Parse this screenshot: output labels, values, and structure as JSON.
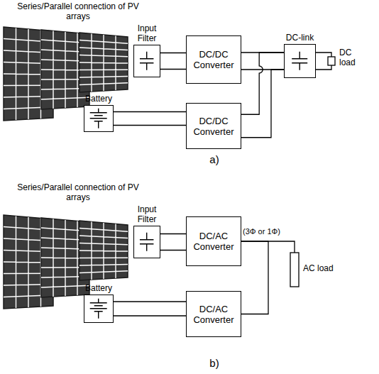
{
  "diagram": {
    "nodes": [
      {
        "text": [
          "Input Filter"
        ]
      },
      {
        "text": [
          "DC/DC Converter"
        ]
      },
      {
        "text": [
          "DC-link"
        ]
      },
      {
        "text": [
          "Battery"
        ]
      },
      {
        "text": [
          "DC/DC Converter"
        ]
      },
      {
        "text": [
          "Input Filter"
        ]
      },
      {
        "text": [
          "DC/AC Converter"
        ]
      },
      {
        "text": [
          "Battery"
        ]
      },
      {
        "text": [
          "DC/AC Converter"
        ]
      }
    ],
    "edges": [
      {
        "from": 0,
        "to": 1,
        "arrow": "none"
      },
      {
        "from": 1,
        "to": 2,
        "arrow": "none"
      },
      {
        "from": 3,
        "to": 4,
        "arrow": "none"
      },
      {
        "from": 4,
        "to": 2,
        "arrow": "none"
      },
      {
        "from": 5,
        "to": 6,
        "arrow": "none"
      },
      {
        "from": 7,
        "to": 8,
        "arrow": "none"
      },
      {
        "from": 8,
        "to": 6,
        "arrow": "none"
      }
    ],
    "labels": [
      "Series/Parallel connection of PV arrays",
      "DC load",
      "a)",
      "Series/Parallel connection of PV arrays",
      "(3Φ or 1Φ)",
      "AC load",
      "b)"
    ]
  }
}
